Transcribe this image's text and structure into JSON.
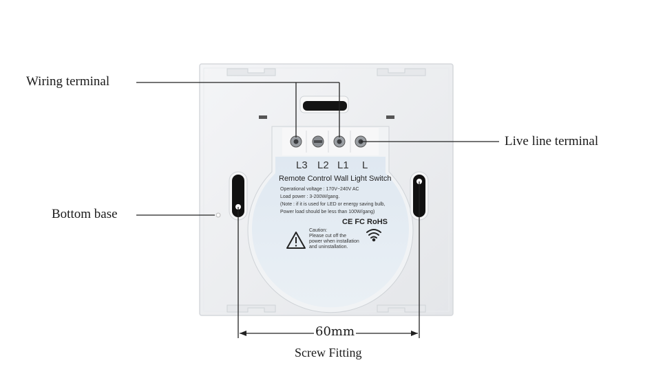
{
  "callouts": {
    "wiring_terminal": "Wiring terminal",
    "live_line_terminal": "Live line terminal",
    "bottom_base": "Bottom base"
  },
  "dimension": {
    "value": "60mm",
    "caption": "Screw Fitting"
  },
  "terminals": [
    "L3",
    "L2",
    "L1",
    "L"
  ],
  "label": {
    "title": "Remote Control Wall Light Switch",
    "spec_lines": [
      "Operational voltage : 170V~240V AC",
      "Load power : 3-200W/gang.",
      "(Note : if it is used for LED or energy saving bulb,",
      "Power load should be less than 100W/gang)"
    ],
    "certifications": "CE FC RoHS",
    "caution_lines": [
      "Caution:",
      "Please cut off the",
      "power when installation",
      "and uninstallation."
    ]
  },
  "icons": {
    "warning": "warning-triangle-icon",
    "wifi": "wifi-icon"
  },
  "colors": {
    "plate": "#eef0f2",
    "disc": "#e3ebf2",
    "slot": "#111111"
  }
}
